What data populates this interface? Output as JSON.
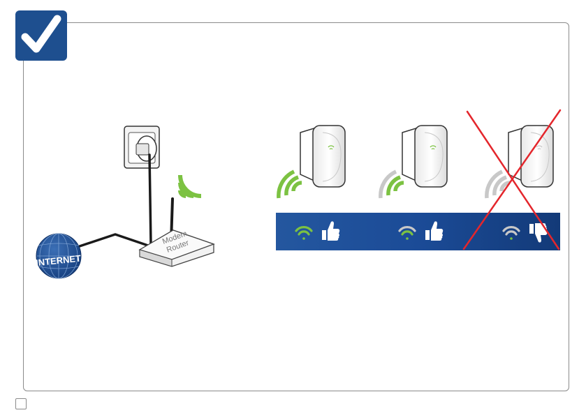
{
  "router": {
    "label_line1": "Modem",
    "label_line2": "Router"
  },
  "internet": {
    "label": "INTERNET"
  },
  "colors": {
    "badge_blue": "#1e4f8f",
    "signal_green": "#7cc242",
    "signal_grey": "#c8c8c8",
    "cross_red": "#e4262c",
    "bar_blue": "#1d4f9c"
  },
  "icons": [
    "checkmark-icon",
    "wall-socket-icon",
    "wifi-signal-icon",
    "globe-icon",
    "range-extender-icon",
    "thumbs-up-icon",
    "thumbs-down-icon"
  ],
  "placements": [
    {
      "id": "good",
      "signal_level": 3,
      "rating": "thumbs-up",
      "crossed": false
    },
    {
      "id": "ok",
      "signal_level": 2,
      "rating": "thumbs-up",
      "crossed": false
    },
    {
      "id": "bad",
      "signal_level": 1,
      "rating": "thumbs-down",
      "crossed": true
    }
  ]
}
